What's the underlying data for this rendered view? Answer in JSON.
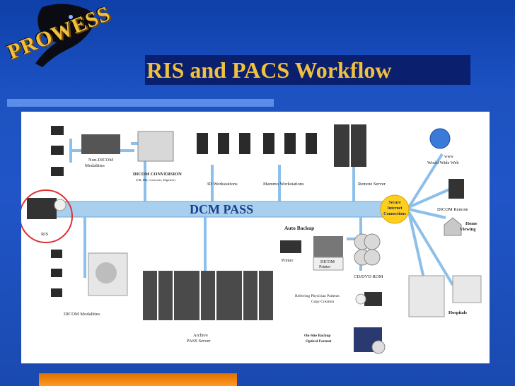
{
  "logo": {
    "text": "PROWESS"
  },
  "title": "RIS and PACS Workflow",
  "diagram": {
    "bus_label": "DCM PASS",
    "nodes": {
      "non_dicom": [
        "Non-DICOM",
        "Modalities"
      ],
      "dicom_conversion": "DICOM CONVERSION",
      "dicom_conversion_sub": "(CR, DR, Converter, Digitizer)",
      "workstations_3d": "3D Workstations",
      "mammo": "Mammo Workstations",
      "remote_server": "Remote Server",
      "www": [
        "www",
        "World Wide Web"
      ],
      "secure": [
        "Secure",
        "Internet",
        "Connections"
      ],
      "dicom_remote": "DICOM Remote",
      "home_viewing": [
        "Home",
        "Viewing"
      ],
      "ris": "RIS",
      "auto_backup": "Auto Backup",
      "printer": "Printer",
      "dicom_printer": [
        "DICOM",
        "Printer"
      ],
      "cd_dvd": "CD/DVD ROM",
      "dicom_modalities": "DICOM Modalities",
      "archive": [
        "Archive",
        "PASS Server"
      ],
      "referring": [
        "Referring Physician Patients",
        "Copy Creation"
      ],
      "onsite": [
        "On-Site Backup",
        "Optical Format"
      ],
      "hospitals": "Hospitals"
    }
  }
}
